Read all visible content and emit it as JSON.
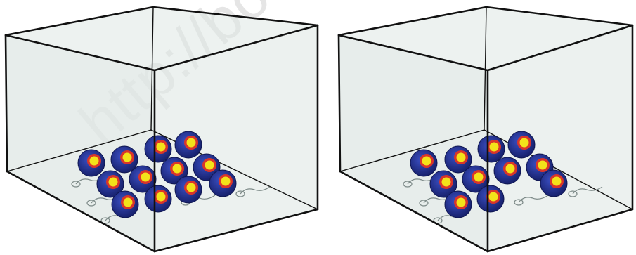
{
  "watermark": {
    "text": "http://bo"
  },
  "colors": {
    "glass_fill": "#dfe7e4",
    "edge": "#111111",
    "ball_outer": "#1f2f8e",
    "ball_ring": "#d9352a",
    "ball_core": "#f3e21a",
    "string": "#7d8a88"
  },
  "diagram": {
    "panels": [
      {
        "name": "left-box",
        "ball_count": 12
      },
      {
        "name": "right-box",
        "ball_count": 11
      }
    ]
  }
}
